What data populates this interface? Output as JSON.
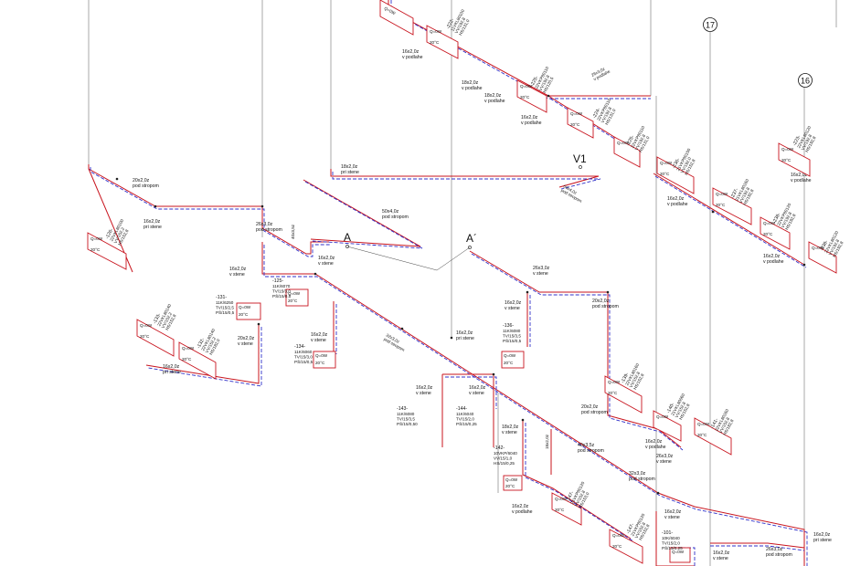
{
  "markers": {
    "col17": "17",
    "col16": "16",
    "v1": "V1",
    "a": "A",
    "a_prime": "A´"
  },
  "pipe_labels": [
    "16x2,0z",
    "v podlahe",
    "18x2,0z",
    "v podlahe",
    "18x2,0z",
    "v podlahe",
    "16x2,0z",
    "v podlahe",
    "26x3,0z",
    "v podlahe",
    "18x2,0z",
    "pri stene",
    "20x2,0z",
    "pod stropom",
    "50x4,0z",
    "pod stropom",
    "50x4,0z",
    "pod stropom",
    "16x2,0z",
    "pri stene",
    "26x3,0z",
    "pod stropom",
    "40x3,5z",
    "16x2,0z",
    "v stene",
    "16x2,0z",
    "v stene",
    "26x3,0z",
    "v stene",
    "16x2,0z",
    "v stene",
    "20x2,0z",
    "pod stropom",
    "16x2,0z",
    "v stene",
    "32x3,0z",
    "pod stropom",
    "16x2,0z",
    "pri stene",
    "20x2,0z",
    "v stene",
    "16x2,0z",
    "pri stene",
    "16x2,0z",
    "v stene",
    "16x2,0z",
    "v stene",
    "18x2,0z",
    "v stene",
    "18x2,0z",
    "40x3,5z",
    "pod stropom",
    "20x2,0z",
    "pod stropom",
    "16x2,0z",
    "v podlahe",
    "26x3,0z",
    "v stene",
    "32x3,0z",
    "pod stropom",
    "16x2,0z",
    "v podlahe",
    "16x2,0z",
    "v stene",
    "16x2,0z",
    "v stene",
    "26x3,0z",
    "pod stropom",
    "16x2,0z",
    "pri stene",
    "16x2,0z",
    "v podlahe",
    "16x2,0z",
    "v podlahe",
    "16x2,0z",
    "v podlahe"
  ],
  "radiators": [
    {
      "id": "-222-",
      "lines": [
        "11VKL80100",
        "VV/192,8",
        "HS/131,0"
      ]
    },
    {
      "id": "-225-",
      "lines": [
        "22VKP80110",
        "VV/192,8",
        "HS/120,5"
      ]
    },
    {
      "id": "-224-",
      "lines": [
        "22VKP80110",
        "VV/192,8",
        "HS/131,0"
      ]
    },
    {
      "id": "-225-",
      "lines": [
        "22VKP80110",
        "VV/192,8",
        "HS/131,0"
      ]
    },
    {
      "id": "-223-",
      "lines": [
        "22VKL80120",
        "VV/192,8",
        "HS/192,8"
      ]
    },
    {
      "id": "-236-",
      "lines": [
        "21VKP80150",
        "VV/192,0",
        "HS/152,8"
      ]
    },
    {
      "id": "-237-",
      "lines": [
        "21VKL80160",
        "VV/192,8",
        "HS/192,8"
      ]
    },
    {
      "id": "-238-",
      "lines": [
        "22VKP80120",
        "VV/192,8",
        "HS/192,8"
      ]
    },
    {
      "id": "-238-",
      "lines": [
        "22VKL80120",
        "VV/192,8",
        "HS/192,8"
      ]
    },
    {
      "id": "-126-",
      "lines": [
        "22VKL80100",
        "VV/152,2",
        "HS/152,8"
      ]
    },
    {
      "id": "-133-",
      "lines": [
        "22VKL80140",
        "VV/152,2",
        "HS/152,8"
      ]
    },
    {
      "id": "-132-",
      "lines": [
        "22VKL80140",
        "VV/152,2",
        "HS/182,0"
      ]
    },
    {
      "id": "-139-",
      "lines": [
        "22VKL80160",
        "VV/152,8",
        "HS/152,8"
      ]
    },
    {
      "id": "-140-",
      "lines": [
        "21VKL80060",
        "VV/152,8",
        "HS/152,8"
      ]
    },
    {
      "id": "-141-",
      "lines": [
        "22VKL80160",
        "VV/152,8",
        "HS/182,8"
      ]
    },
    {
      "id": "-147-",
      "lines": [
        "21VKP80120",
        "VV/152,8",
        "HS/153,0"
      ]
    },
    {
      "id": "-147-",
      "lines": [
        "21VKP80120",
        "VV/152,8",
        "HS/152,8"
      ]
    }
  ],
  "valves": [
    {
      "id": "-131-",
      "type": "11K/6250",
      "tv": "TV/15/2,5",
      "ps": "PŠ/15/0,5"
    },
    {
      "id": "-125-",
      "type": "11K/6070",
      "tv": "TV/15/3,0",
      "ps": "PŠ/15/0,5"
    },
    {
      "id": "-134-",
      "type": "11K/6060",
      "tv": "TV/15/3,0",
      "ps": "PŠ/15/0,5"
    },
    {
      "id": "-136-",
      "type": "11K/6080",
      "tv": "TV/15/3,5",
      "ps": "PŠ/15/0,5"
    },
    {
      "id": "-143-",
      "type": "11K/6080",
      "tv": "TV/15/3,5",
      "ps": "PŠ/15/0,50"
    },
    {
      "id": "-144-",
      "type": "11K/6040",
      "tv": "TV/15/2,0",
      "ps": "PŠ/15/0,25"
    },
    {
      "id": "-142-",
      "type": "10VKP/6040",
      "tv": "VV/15/1,0",
      "ps": "HS/15/0,25"
    },
    {
      "id": "-101-",
      "type": "10K/6040",
      "tv": "TV/15/2,0",
      "ps": "PŠ/15/0,25"
    }
  ],
  "rad_tag": {
    "top": "Q=0W",
    "bottom": "20°C"
  }
}
